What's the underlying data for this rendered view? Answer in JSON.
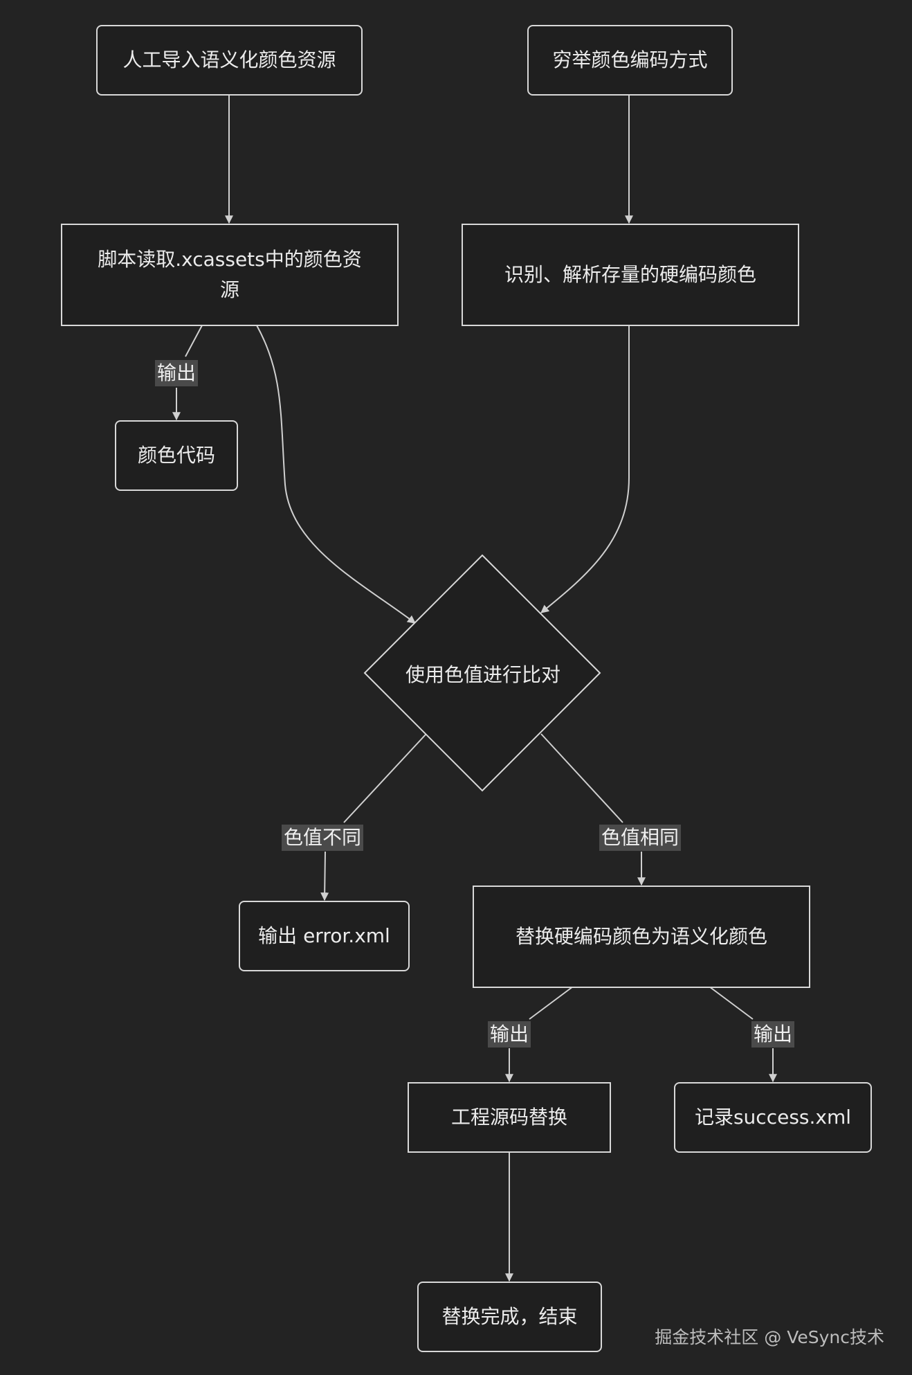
{
  "diagram": {
    "nodes": {
      "manual_import": "人工导入语义化颜色资源",
      "enumerate_colors": "穷举颜色编码方式",
      "script_read": "脚本读取.xcassets中的颜色资源",
      "identify_parse": "识别、解析存量的硬编码颜色",
      "color_code": "颜色代码",
      "compare": "使用色值进行比对",
      "output_error": "输出 error.xml",
      "replace_semantic": "替换硬编码颜色为语义化颜色",
      "source_replace": "工程源码替换",
      "record_success": "记录success.xml",
      "done": "替换完成，结束"
    },
    "edge_labels": {
      "output_1": "输出",
      "different": "色值不同",
      "same": "色值相同",
      "output_2": "输出",
      "output_3": "输出"
    }
  },
  "watermark": "掘金技术社区 @ VeSync技术",
  "colors": {
    "background": "#232323",
    "node_border": "#d9d9d9",
    "node_fill": "#1f1f1f",
    "text": "#ececec",
    "edge": "#d0d0d0",
    "label_bg": "#4a4a4a"
  }
}
